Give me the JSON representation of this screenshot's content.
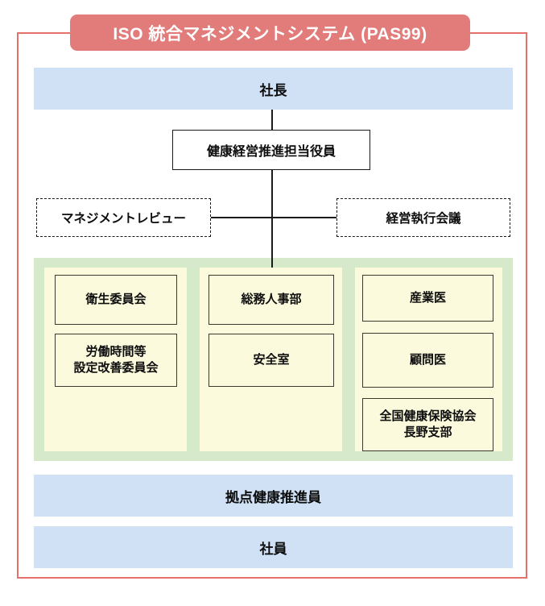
{
  "diagram": {
    "title": "ISO 統合マネジメントシステム (PAS99)",
    "top_levels": [
      {
        "label": "社長"
      }
    ],
    "officer": {
      "label": "健康経営推進担当役員"
    },
    "side_nodes": [
      {
        "label": "マネジメントレビュー"
      },
      {
        "label": "経営執行会議"
      }
    ],
    "columns": [
      {
        "items": [
          {
            "label": "衛生委員会"
          },
          {
            "label": "労働時間等\n設定改善委員会",
            "line1": "労働時間等",
            "line2": "設定改善委員会"
          }
        ]
      },
      {
        "items": [
          {
            "label": "総務人事部"
          },
          {
            "label": "安全室"
          }
        ]
      },
      {
        "items": [
          {
            "label": "産業医"
          },
          {
            "label": "顧問医"
          },
          {
            "label": "全国健康保険協会\n長野支部",
            "line1": "全国健康保険協会",
            "line2": "長野支部"
          }
        ]
      }
    ],
    "bottom_levels": [
      {
        "label": "拠点健康推進員"
      },
      {
        "label": "社員"
      }
    ],
    "colors": {
      "frame": "#e5706c",
      "banner": "#e27c7a",
      "band_blue": "#d0e1f5",
      "panel_green": "#d6e9ca",
      "item_yellow": "#fcfadc",
      "line": "#1a1a1a"
    }
  }
}
